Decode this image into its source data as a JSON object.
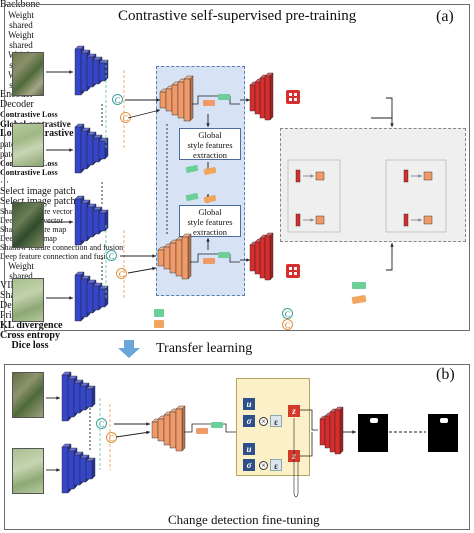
{
  "panel_a": {
    "title": "Contrastive self-supervised pre-training",
    "label": "(a)",
    "backbone": "Backbone",
    "weight_shared": [
      "Weight",
      "shared"
    ],
    "encoder": "Encoder",
    "decoder": "Decoder",
    "select_patch": "Select image patch",
    "global_style": [
      "Global",
      "style features",
      "extraction"
    ],
    "contrastive_loss": "Contrastive Loss",
    "global_contrastive": "Global contrastive",
    "local": {
      "title": "Local contrastive",
      "patch1": "patch 1",
      "patchn_prefix": "patch ",
      "patchn_italic": "n",
      "ellipsis": "···",
      "loss": "Contrastive Loss"
    },
    "legend": {
      "shallow_map": "Shallow feature map",
      "deep_map": "Deep feature map",
      "shallow_vector": "Shallow feature vector",
      "deep_vector": "Deep feature vector",
      "shallow_conn": "Shallow feature connection and fusion",
      "deep_conn": "Deep feature connection and fusion",
      "c": "C"
    },
    "colors": {
      "backbone": "#3646c8",
      "encoder": "#f09a6a",
      "decoder": "#d62e2e",
      "shallow": "#6ccf9a",
      "deep": "#f0a65c"
    }
  },
  "transfer": "Transfer learning",
  "panel_b": {
    "label": "(b)",
    "title": "Change detection fine-tuning",
    "weight_shared": [
      "Weight",
      "shared"
    ],
    "vib": "VIB",
    "shallow": "Shallow",
    "deep": "Deep",
    "u": "u",
    "sigma": "σ",
    "eps": "ε",
    "z": "z",
    "mul": "×",
    "prior": "Prior r(z)",
    "kl": "KL divergence",
    "cross_entropy": "Cross entropy",
    "dice": "Dice loss"
  }
}
